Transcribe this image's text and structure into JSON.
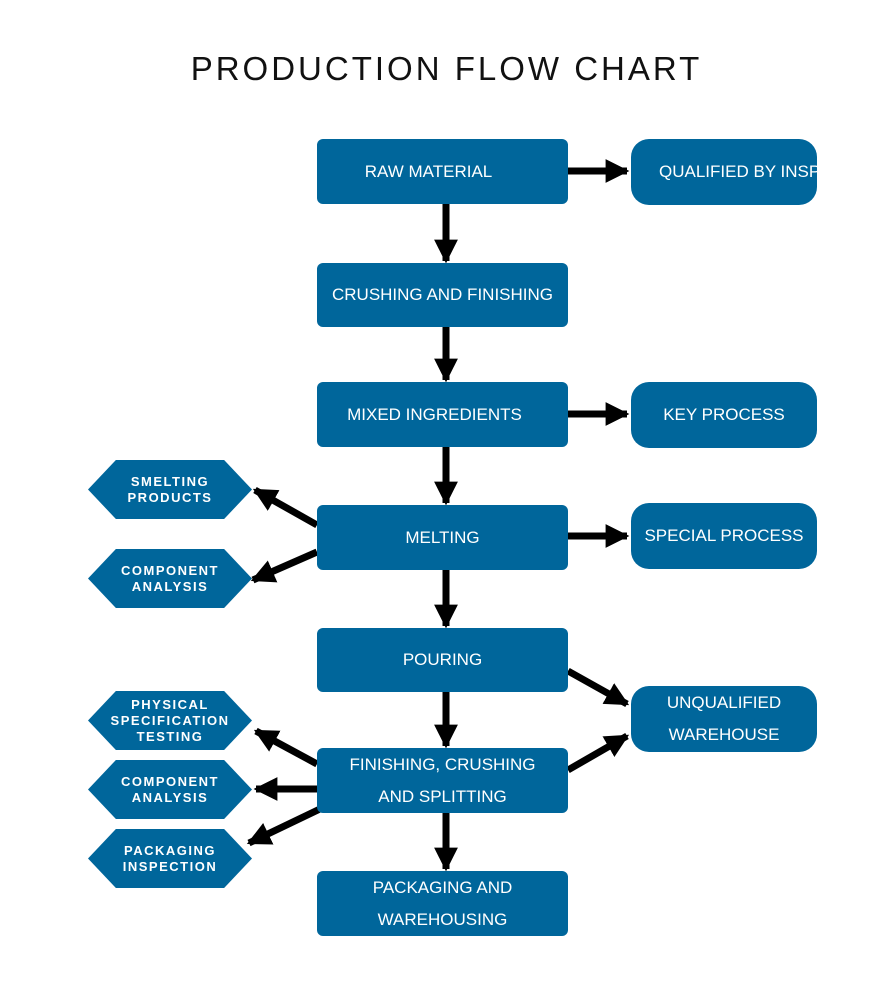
{
  "title": "PRODUCTION FLOW CHART",
  "colors": {
    "box": "#00669b",
    "arrow": "#000000",
    "text": "#ffffff",
    "title": "#111111"
  },
  "main_steps": [
    {
      "lines": [
        "RAW MATERIAL"
      ]
    },
    {
      "lines": [
        "CRUSHING AND FINISHING"
      ]
    },
    {
      "lines": [
        "MIXED INGREDIENTS"
      ]
    },
    {
      "lines": [
        "MELTING"
      ]
    },
    {
      "lines": [
        "POURING"
      ]
    },
    {
      "lines": [
        "FINISHING, CRUSHING",
        "AND SPLITTING"
      ]
    },
    {
      "lines": [
        "PACKAGING AND",
        "WAREHOUSING"
      ]
    }
  ],
  "side_steps": [
    {
      "lines": [
        "QUALIFIED BY INSPECTION"
      ]
    },
    {
      "lines": [
        "KEY PROCESS"
      ]
    },
    {
      "lines": [
        "SPECIAL PROCESS"
      ]
    },
    {
      "lines": [
        "UNQUALIFIED",
        "WAREHOUSE"
      ]
    }
  ],
  "checks": [
    {
      "lines": [
        "SMELTING",
        "PRODUCTS"
      ]
    },
    {
      "lines": [
        "COMPONENT",
        "ANALYSIS"
      ]
    },
    {
      "lines": [
        "PHYSICAL",
        "SPECIFICATION",
        "TESTING"
      ]
    },
    {
      "lines": [
        "COMPONENT",
        "ANALYSIS"
      ]
    },
    {
      "lines": [
        "PACKAGING",
        "INSPECTION"
      ]
    }
  ]
}
